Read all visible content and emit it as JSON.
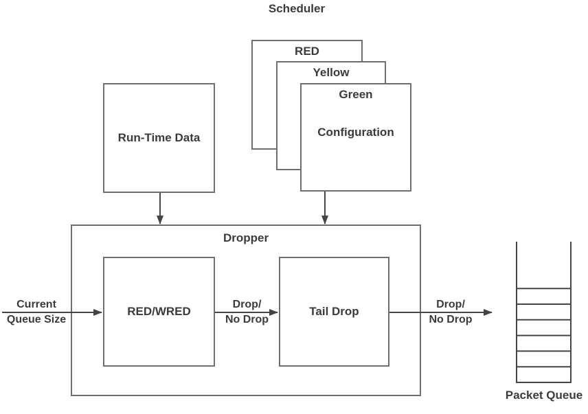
{
  "title": "Scheduler",
  "scheduler_stack": [
    {
      "label": "RED"
    },
    {
      "label": "Yellow"
    },
    {
      "label": "Green",
      "body": "Configuration"
    }
  ],
  "runtime_box": {
    "label": "Run-Time Data"
  },
  "dropper": {
    "label": "Dropper",
    "red_wred_label": "RED/WRED",
    "tail_drop_label": "Tail Drop"
  },
  "arrow_labels": {
    "current_queue": {
      "line1": "Current",
      "line2": "Queue Size"
    },
    "red_wred_to_tail_drop": {
      "line1": "Drop/",
      "line2": "No Drop"
    },
    "tail_drop_to_queue": {
      "line1": "Drop/",
      "line2": "No Drop"
    }
  },
  "packet_queue": {
    "label": "Packet Queue",
    "cell_count": 6
  },
  "colors": {
    "box_line": "#6e6e6e",
    "arrow_line": "#454545",
    "text": "#3b3b3b",
    "background": "#ffffff"
  }
}
